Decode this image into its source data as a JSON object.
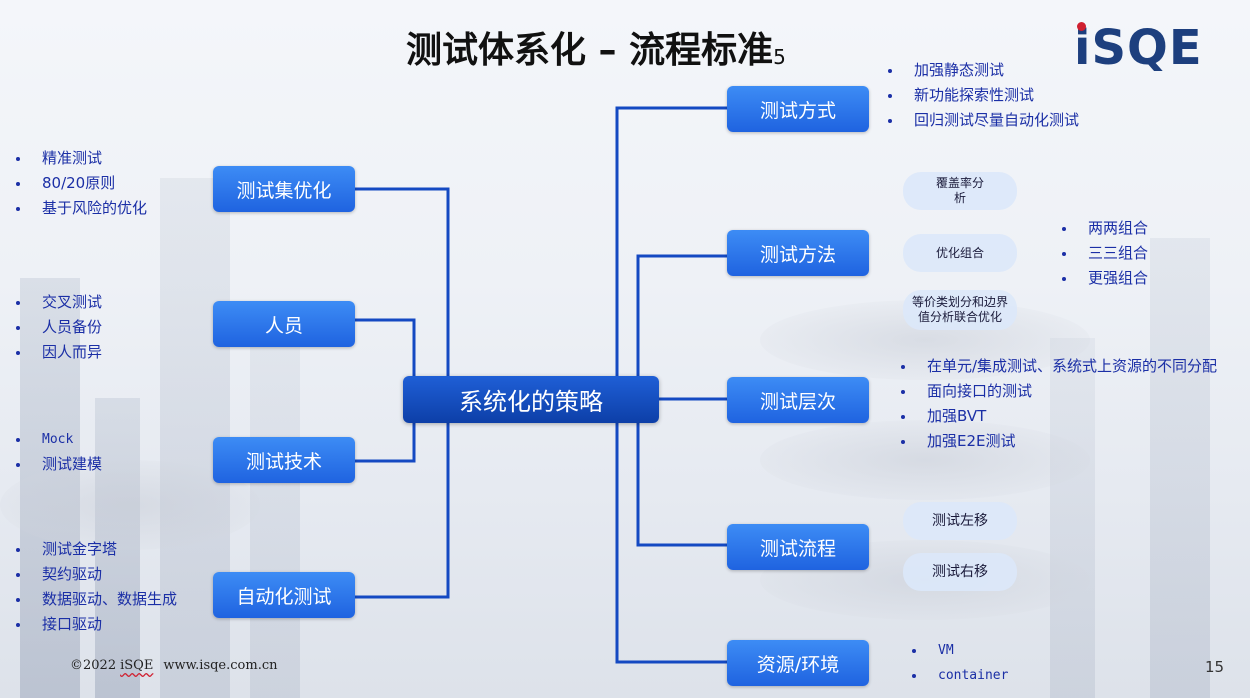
{
  "slide": {
    "title": "测试体系化 – 流程标准",
    "title_sup": "5",
    "logo": "iSQE",
    "center": "系统化的策略",
    "left_nodes": [
      {
        "label": "测试集优化",
        "bullets": [
          "精准测试",
          "80/20原则",
          "基于风险的优化"
        ]
      },
      {
        "label": "人员",
        "bullets": [
          "交叉测试",
          "人员备份",
          "因人而异"
        ]
      },
      {
        "label": "测试技术",
        "bullets": [
          "Mock",
          "测试建模"
        ]
      },
      {
        "label": "自动化测试",
        "bullets": [
          "测试金字塔",
          "契约驱动",
          "数据驱动、数据生成",
          "接口驱动"
        ]
      }
    ],
    "right_nodes": [
      {
        "label": "测试方式",
        "bullets": [
          "加强静态测试",
          "新功能探索性测试",
          "回归测试尽量自动化测试"
        ]
      },
      {
        "label": "测试方法",
        "pills": [
          "覆盖率分析",
          "优化组合",
          "等价类划分和边界值分析联合优化"
        ],
        "bullets": [
          "两两组合",
          "三三组合",
          "更强组合"
        ]
      },
      {
        "label": "测试层次",
        "bullets": [
          "在单元/集成测试、系统式上资源的不同分配",
          "面向接口的测试",
          "加强BVT",
          "加强E2E测试"
        ]
      },
      {
        "label": "测试流程",
        "pills": [
          "测试左移",
          "测试右移"
        ]
      },
      {
        "label": "资源/环境",
        "bullets": [
          "VM",
          "container"
        ]
      }
    ],
    "footer": {
      "copyright": "©2022",
      "brand": "iSQE",
      "url": "www.isqe.com.cn"
    },
    "page_number": "15"
  }
}
